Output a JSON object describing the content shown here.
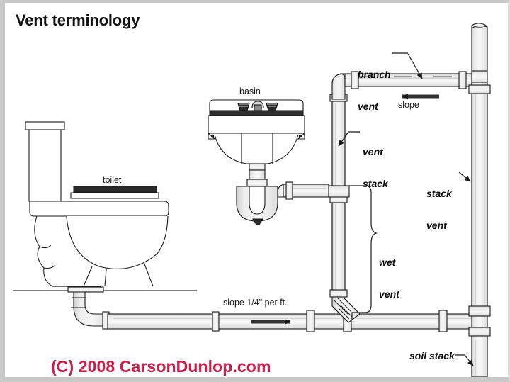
{
  "diagram": {
    "title": "Vent terminology",
    "copyright": "(C) 2008 CarsonDunlop.com",
    "copyright_color": "#c8204a",
    "background_color": "#ffffff",
    "line_color": "#1a1a1a",
    "pipe_fill_color": "#e9e9e9"
  },
  "fixtures": [
    {
      "id": "toilet",
      "label": "toilet"
    },
    {
      "id": "basin",
      "label": "basin"
    }
  ],
  "labels": [
    {
      "id": "branch-vent",
      "label": "branch\nvent",
      "line1": "branch",
      "line2": "vent",
      "style": "bold-italic"
    },
    {
      "id": "vent-stack",
      "label": "vent\nstack",
      "line1": "vent",
      "line2": "stack",
      "style": "bold-italic"
    },
    {
      "id": "stack-vent",
      "label": "stack\nvent",
      "line1": "stack",
      "line2": "vent",
      "style": "bold-italic"
    },
    {
      "id": "wet-vent",
      "label": "wet\nvent",
      "line1": "wet",
      "line2": "vent",
      "style": "bold-italic"
    },
    {
      "id": "soil-stack",
      "label": "soil stack",
      "line1": "soil stack",
      "line2": "",
      "style": "bold-italic"
    }
  ],
  "annotations": {
    "slope_top": "slope",
    "slope_bottom": "slope 1/4\" per ft.",
    "slope_top_arrow_direction": "left",
    "slope_bottom_arrow_direction": "right"
  }
}
